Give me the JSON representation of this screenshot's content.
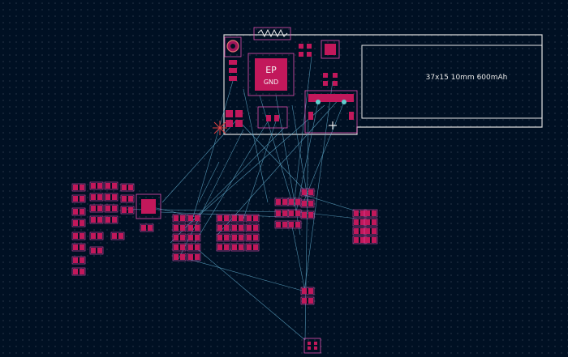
{
  "editor": {
    "name": "PCB layout canvas",
    "background": "#001023",
    "grid_color": "#8a97a8",
    "ratsnest_color": "#5fa8c8",
    "pad_color": "#c2185b",
    "courtyard_color": "#e04fb0",
    "edge_color": "#d9d9d9",
    "fab_color": "#e8e8e8"
  },
  "board": {
    "battery_label": "37x15 10mm 600mAh",
    "ep_label": "EP",
    "gnd_label": "GND"
  }
}
